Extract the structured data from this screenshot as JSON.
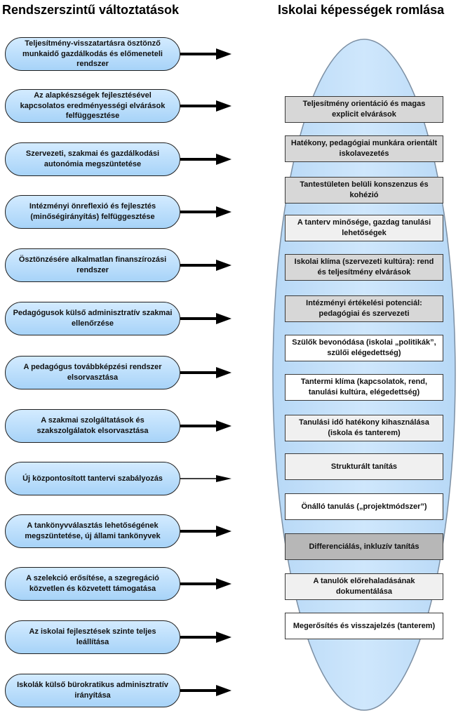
{
  "left_title": "Rendszerszintű változtatások",
  "right_title": "Iskolai képességek romlása",
  "changes": [
    {
      "text": "Teljesítmény-visszatartásra ösztönző munkaidő gazdálkodás és előmeneteli rendszer",
      "arrow": "thick"
    },
    {
      "text": "Az alapkészségek fejlesztésével kapcsolatos eredményességi elvárások felfüggesztése",
      "arrow": "thick"
    },
    {
      "text": "Szervezeti, szakmai és gazdálkodási autonómia megszüntetése",
      "arrow": "thick"
    },
    {
      "text": "Intézményi önreflexió és fejlesztés (minőségirányítás) felfüggesztése",
      "arrow": "thick"
    },
    {
      "text": "Ösztönzésére alkalmatlan  finanszírozási rendszer",
      "arrow": "thick"
    },
    {
      "text": "Pedagógusok külső adminisztratív szakmai ellenőrzése",
      "arrow": "thick"
    },
    {
      "text": "A pedagógus továbbképzési rendszer elsorvasztása",
      "arrow": "thick"
    },
    {
      "text": "A szakmai szolgáltatások és szakszolgálatok elsorvasztása",
      "arrow": "thick"
    },
    {
      "text": "Új központosított tantervi szabályozás",
      "arrow": "thin"
    },
    {
      "text": "A tankönyvválasztás lehetőségének megszüntetése, új állami tankönyvek",
      "arrow": "thick"
    },
    {
      "text": "A szelekció erősítése, a szegregáció közvetlen és közvetett támogatása",
      "arrow": "thick"
    },
    {
      "text": "Az iskolai fejlesztések szinte teljes leállítása",
      "arrow": "thick"
    },
    {
      "text": "Iskolák külső bürokratikus adminisztratív irányítása",
      "arrow": "thick"
    }
  ],
  "capabilities": [
    {
      "text": "Teljesítmény orientáció és magas explicit elvárások",
      "shade": "mid"
    },
    {
      "text": "Hatékony, pedagógiai munkára orientált iskolavezetés",
      "shade": "mid"
    },
    {
      "text": "Tantestületen belüli konszenzus és kohézió",
      "shade": "mid"
    },
    {
      "text": "A tanterv minősége, gazdag tanulási lehetőségek",
      "shade": "light"
    },
    {
      "text": "Iskolai klíma (szervezeti kultúra): rend és teljesítmény elvárások",
      "shade": "mid"
    },
    {
      "text": "Intézményi értékelési potenciál: pedagógiai és szervezeti",
      "shade": "mid"
    },
    {
      "text": "Szülők bevonódása (iskolai „politikák”, szülői elégedettség)",
      "shade": "white"
    },
    {
      "text": "Tantermi klíma (kapcsolatok, rend, tanulási kultúra, elégedettség)",
      "shade": "white"
    },
    {
      "text": "Tanulási idő hatékony kihasználása (iskola és tanterem)",
      "shade": "light"
    },
    {
      "text": "Strukturált tanítás",
      "shade": "light"
    },
    {
      "text": "Önálló tanulás („projektmódszer”)",
      "shade": "white"
    },
    {
      "text": "Differenciálás, inkluzív tanítás",
      "shade": "dark"
    },
    {
      "text": "A tanulók előrehaladásának dokumentálása",
      "shade": "light"
    },
    {
      "text": "Megerősítés és visszajelzés (tanterem)",
      "shade": "white"
    }
  ],
  "colors": {
    "ellipse_fill": "#c6e2fb",
    "ellipse_stroke": "#7c8fa3",
    "arrow": "#000000"
  }
}
